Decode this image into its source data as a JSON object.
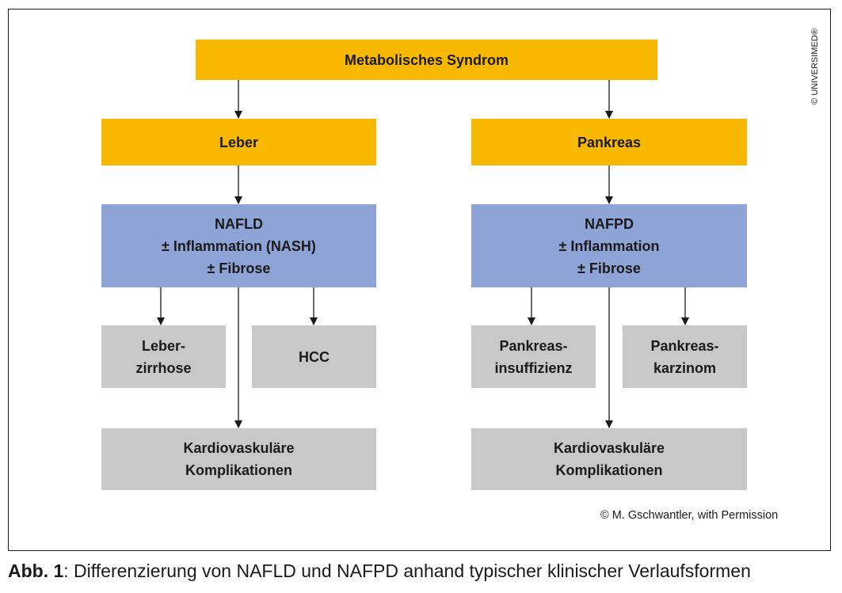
{
  "boxes": {
    "metabolic": [
      "Metabolisches Syndrom"
    ],
    "leber": [
      "Leber"
    ],
    "pankreas": [
      "Pankreas"
    ],
    "nafld": [
      "NAFLD",
      "± Inflammation (NASH)",
      "± Fibrose"
    ],
    "nafpd": [
      "NAFPD",
      "± Inflammation",
      "± Fibrose"
    ],
    "leberzirrhose": [
      "Leber-",
      "zirrhose"
    ],
    "hcc": [
      "HCC"
    ],
    "insuffizienz": [
      "Pankreas-",
      "insuffizienz"
    ],
    "karzinom": [
      "Pankreas-",
      "karzinom"
    ],
    "kardio_left": [
      "Kardiovaskuläre",
      "Komplikationen"
    ],
    "kardio_right": [
      "Kardiovaskuläre",
      "Komplikationen"
    ]
  },
  "copyright": "© M. Gschwantler, with Permission",
  "side_credit": "© UNIVERSIMED®",
  "caption": {
    "label": "Abb. 1",
    "text": ": Differenzierung von NAFLD und NAFPD anhand typischer klinischer Verlaufsformen"
  },
  "colors": {
    "yellow": "#f8b800",
    "blue": "#8ea3d6",
    "grey": "#c8c8c8"
  }
}
